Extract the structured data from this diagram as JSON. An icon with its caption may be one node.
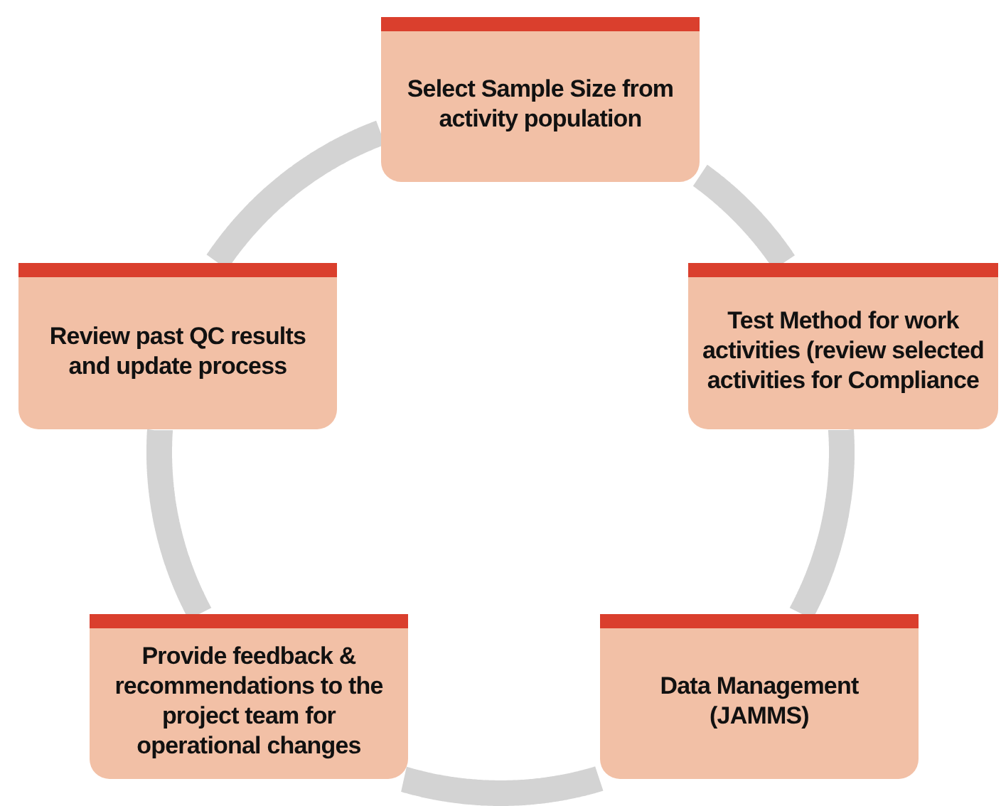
{
  "diagram": {
    "nodes": [
      {
        "text": [
          "Select Sample Size from activity population"
        ]
      },
      {
        "text": [
          "Review past QC results and update process"
        ]
      },
      {
        "text": [
          "Test Method for work activities (review selected activities for Compliance"
        ]
      },
      {
        "text": [
          "Provide feedback & recommendations to the project team for operational changes"
        ]
      },
      {
        "text": [
          "Data Management (JAMMS)"
        ]
      }
    ],
    "edges": [
      {
        "from": 0,
        "to": 2,
        "arrow": "none"
      },
      {
        "from": 2,
        "to": 4,
        "arrow": "none"
      },
      {
        "from": 4,
        "to": 3,
        "arrow": "none"
      },
      {
        "from": 3,
        "to": 1,
        "arrow": "none"
      },
      {
        "from": 1,
        "to": 0,
        "arrow": "none"
      }
    ]
  }
}
